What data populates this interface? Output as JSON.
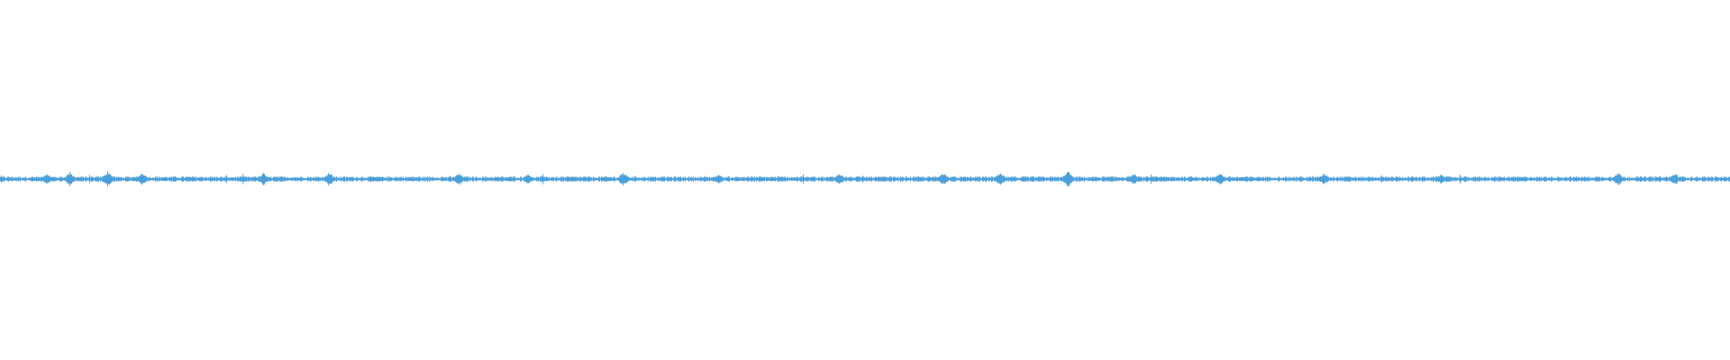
{
  "waveform": {
    "color": "#4a9fd8",
    "background": "#ffffff",
    "amplitude_range": [
      -1,
      1
    ],
    "amplitude_scale": "linear",
    "peak_amplitude": 0.05,
    "typical_amplitude": 0.015,
    "bursts": [
      {
        "position": 0.027,
        "amplitude": 0.03
      },
      {
        "position": 0.04,
        "amplitude": 0.04
      },
      {
        "position": 0.062,
        "amplitude": 0.045
      },
      {
        "position": 0.082,
        "amplitude": 0.04
      },
      {
        "position": 0.152,
        "amplitude": 0.035
      },
      {
        "position": 0.19,
        "amplitude": 0.04
      },
      {
        "position": 0.265,
        "amplitude": 0.035
      },
      {
        "position": 0.305,
        "amplitude": 0.03
      },
      {
        "position": 0.36,
        "amplitude": 0.04
      },
      {
        "position": 0.415,
        "amplitude": 0.03
      },
      {
        "position": 0.485,
        "amplitude": 0.035
      },
      {
        "position": 0.545,
        "amplitude": 0.04
      },
      {
        "position": 0.578,
        "amplitude": 0.04
      },
      {
        "position": 0.617,
        "amplitude": 0.05
      },
      {
        "position": 0.655,
        "amplitude": 0.03
      },
      {
        "position": 0.705,
        "amplitude": 0.035
      },
      {
        "position": 0.765,
        "amplitude": 0.035
      },
      {
        "position": 0.833,
        "amplitude": 0.03
      },
      {
        "position": 0.935,
        "amplitude": 0.04
      },
      {
        "position": 0.968,
        "amplitude": 0.035
      }
    ]
  }
}
